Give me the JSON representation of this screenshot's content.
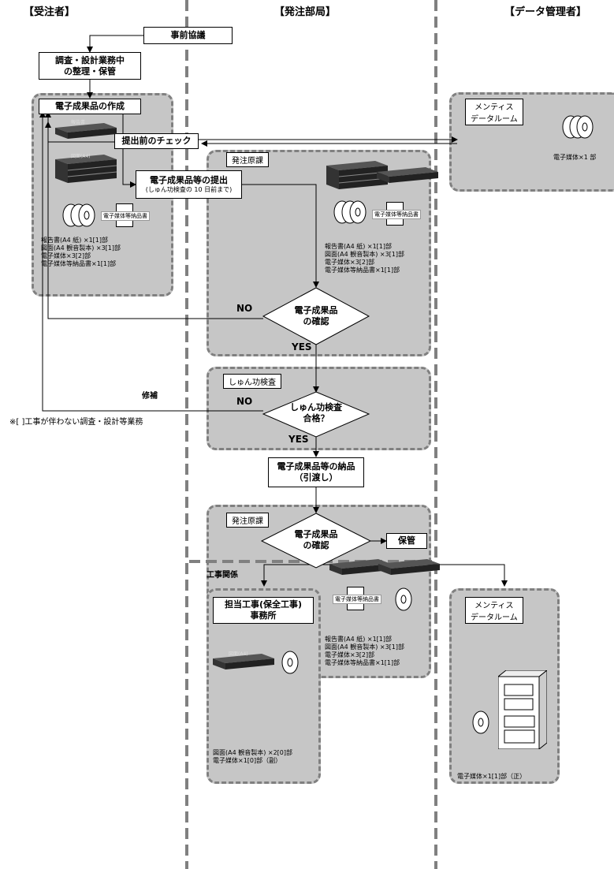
{
  "columns": {
    "contractor": "【受注者】",
    "ordering_office": "【発注部局】",
    "data_manager": "【データ管理者】"
  },
  "boxes": {
    "prior_consultation": "事前協議",
    "organize_storage_line1": "調査・設計業務中",
    "organize_storage_line2": "の整理・保管",
    "create_products": "電子成果品の作成",
    "pre_submission_check": "提出前のチェック",
    "submit_products": "電子成果品等の提出",
    "submit_note": "(しゅん功検査の 10 日前まで)",
    "deliver_line1": "電子成果品等の納品",
    "deliver_line2": "（引渡し）",
    "storage": "保管",
    "office_line1": "担当工事(保全工事)",
    "office_line2": "事務所"
  },
  "groups": {
    "ordering_dept": "発注原課",
    "completion_inspection": "しゅん功検査",
    "ordering_dept2": "発注原課",
    "construction_related": "工事関係",
    "mentis_line1": "メンティス",
    "mentis_line2": "データルーム",
    "mentis2_line1": "メンティス",
    "mentis2_line2": "データルーム"
  },
  "decisions": {
    "confirm1_line1": "電子成果品",
    "confirm1_line2": "の確認",
    "inspection_line1": "しゅん功検査",
    "inspection_line2": "合格？",
    "confirm2_line1": "電子成果品",
    "confirm2_line2": "の確認"
  },
  "flow_labels": {
    "no1": "NO",
    "yes1": "YES",
    "no2": "NO",
    "yes2": "YES",
    "repair": "修補",
    "footnote": "※[ ]工事が伴わない調査・設計等業務"
  },
  "items": {
    "report": "報告書",
    "drawing": "図面(A4)",
    "media_delivery_note": "電子媒体等納品書"
  },
  "quantities": {
    "contractor": "報告書(A4 紙) ×1[1]部\n図面(A4 観音製本) ×3[1]部\n電子媒体×3[2]部\n電子媒体等納品書×1[1]部",
    "ordering_dept": "報告書(A4 紙) ×1[1]部\n図面(A4 観音製本) ×3[1]部\n電子媒体×3[2]部\n電子媒体等納品書×1[1]部",
    "ordering_dept2": "報告書(A4 紙) ×1[1]部\n図面(A4 観音製本) ×3[1]部\n電子媒体×3[2]部\n電子媒体等納品書×1[1]部",
    "mentis": "電子媒体×1 部",
    "office": "図面(A4 観音製本) ×2[0]部\n電子媒体×1[0]部（副）",
    "mentis2": "電子媒体×1[1]部（正）"
  }
}
